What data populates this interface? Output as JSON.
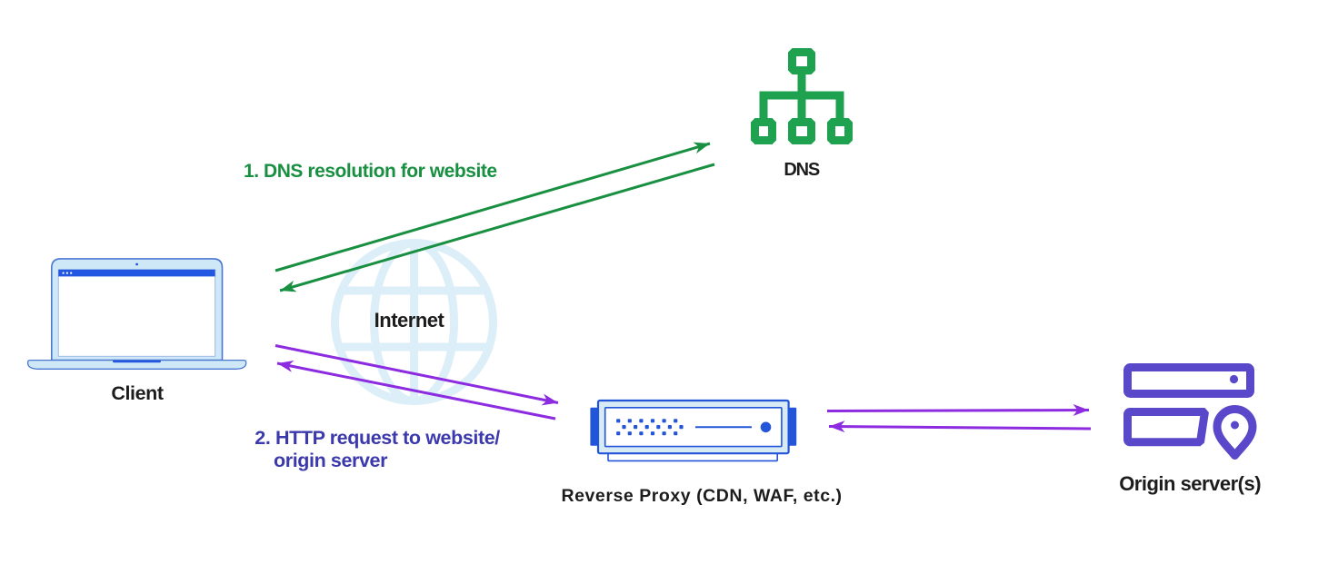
{
  "nodes": {
    "client": {
      "label": "Client"
    },
    "dns": {
      "label": "DNS"
    },
    "internet": {
      "label": "Internet"
    },
    "reverse_proxy": {
      "label": "Reverse Proxy (CDN, WAF, etc.)"
    },
    "origin": {
      "label": "Origin server(s)"
    }
  },
  "flows": {
    "step1": {
      "label": "1. DNS resolution for website",
      "from": "Client",
      "to": "DNS",
      "direction": "bidirectional"
    },
    "step2": {
      "label_line1": "2. HTTP request to website/",
      "label_line2": "origin server",
      "from": "Client",
      "to": "Reverse Proxy (CDN, WAF, etc.)",
      "direction": "bidirectional"
    },
    "proxy_origin": {
      "from": "Reverse Proxy (CDN, WAF, etc.)",
      "to": "Origin server(s)",
      "direction": "bidirectional"
    }
  },
  "colors": {
    "background": "#FFFFFF",
    "label": "#1C1C1C",
    "green_icon": "#1EA24F",
    "green": "#188F41",
    "purple": "#8C2BE0",
    "indigo_text": "#3B39AC",
    "origin_purple": "#5948CA",
    "proxy_blue": "#2355D9",
    "laptop_border": "#4B77CF",
    "laptop_fill": "#CFE8F7",
    "screen_bar": "#2356E1",
    "proxy_fill": "#D8EAF4",
    "globe": "#DCEEF8"
  }
}
